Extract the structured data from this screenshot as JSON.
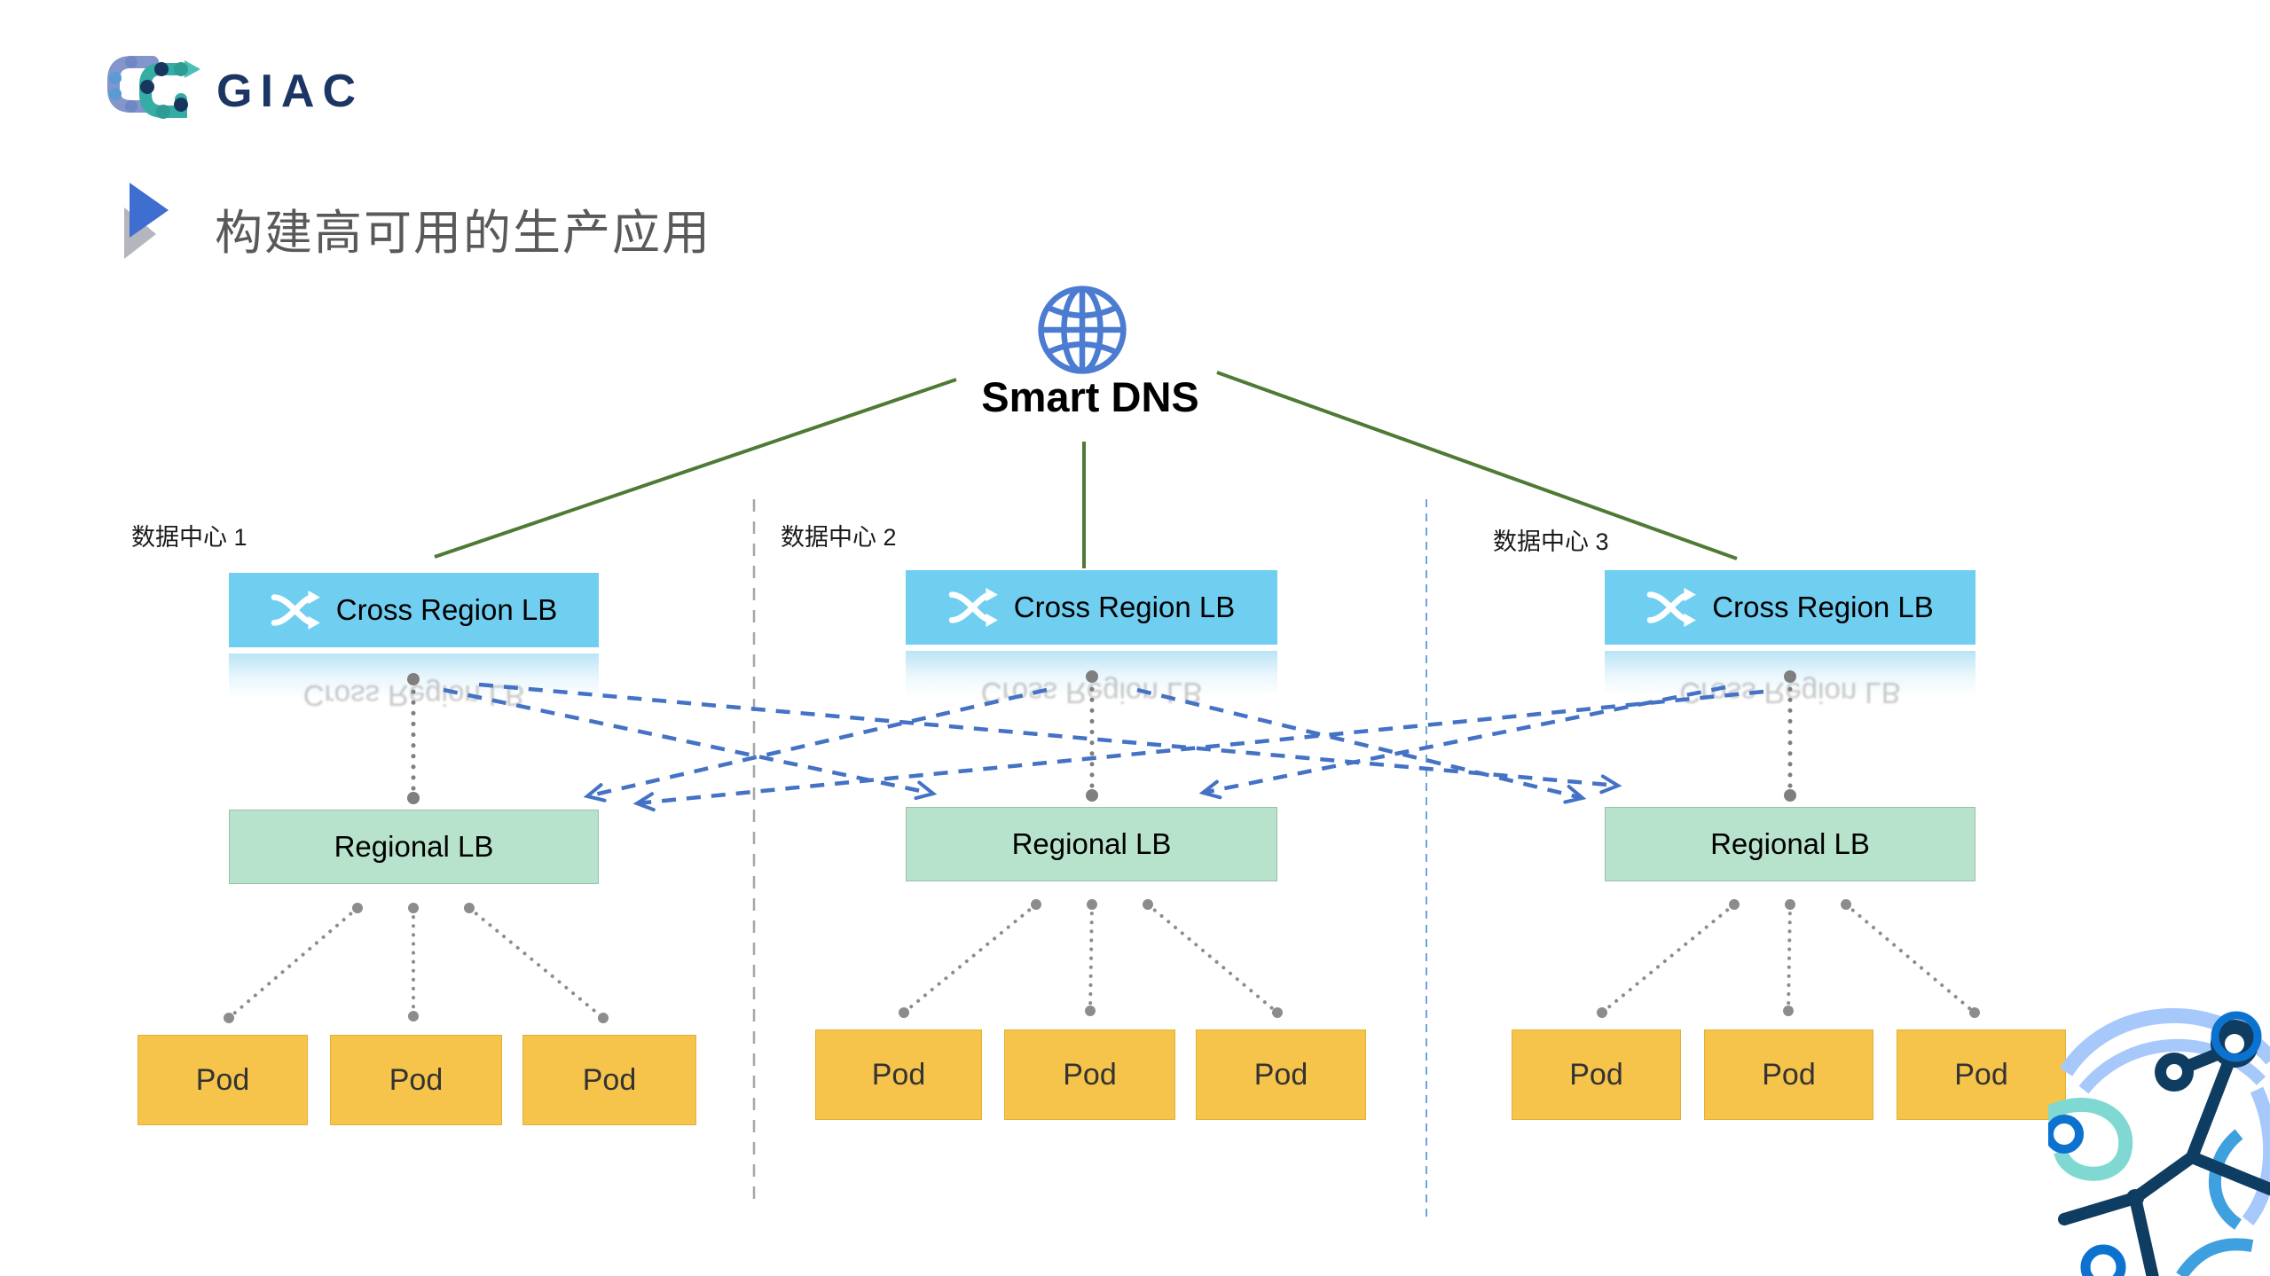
{
  "logo": {
    "text": "GIAC"
  },
  "title": "构建高可用的生产应用",
  "dns": {
    "label": "Smart DNS",
    "icon": "globe-icon"
  },
  "datacenters": [
    {
      "label": "数据中心 1",
      "cross_region_lb": "Cross Region LB",
      "regional_lb": "Regional LB",
      "pods": [
        "Pod",
        "Pod",
        "Pod"
      ]
    },
    {
      "label": "数据中心 2",
      "cross_region_lb": "Cross Region LB",
      "regional_lb": "Regional LB",
      "pods": [
        "Pod",
        "Pod",
        "Pod"
      ]
    },
    {
      "label": "数据中心 3",
      "cross_region_lb": "Cross Region LB",
      "regional_lb": "Regional LB",
      "pods": [
        "Pod",
        "Pod",
        "Pod"
      ]
    }
  ],
  "icons": {
    "cross_region_lb_icon": "shuffle-icon",
    "title_bullet": "triangle-right-icon",
    "corner_art": "network-decoration"
  },
  "colors": {
    "cross_region_lb_fill": "#70CEF1",
    "regional_lb_fill": "#B7E3CC",
    "pod_fill": "#F6C34B",
    "arrow_blue": "#4472C4",
    "line_green": "#4E7A35",
    "globe_blue": "#4C7BD2",
    "connector_gray": "#7f7f7f",
    "separator_gray": "#a6a6a6",
    "separator_blue": "#71a3d9",
    "title_text": "#595959",
    "logo_navy": "#1C3664"
  }
}
